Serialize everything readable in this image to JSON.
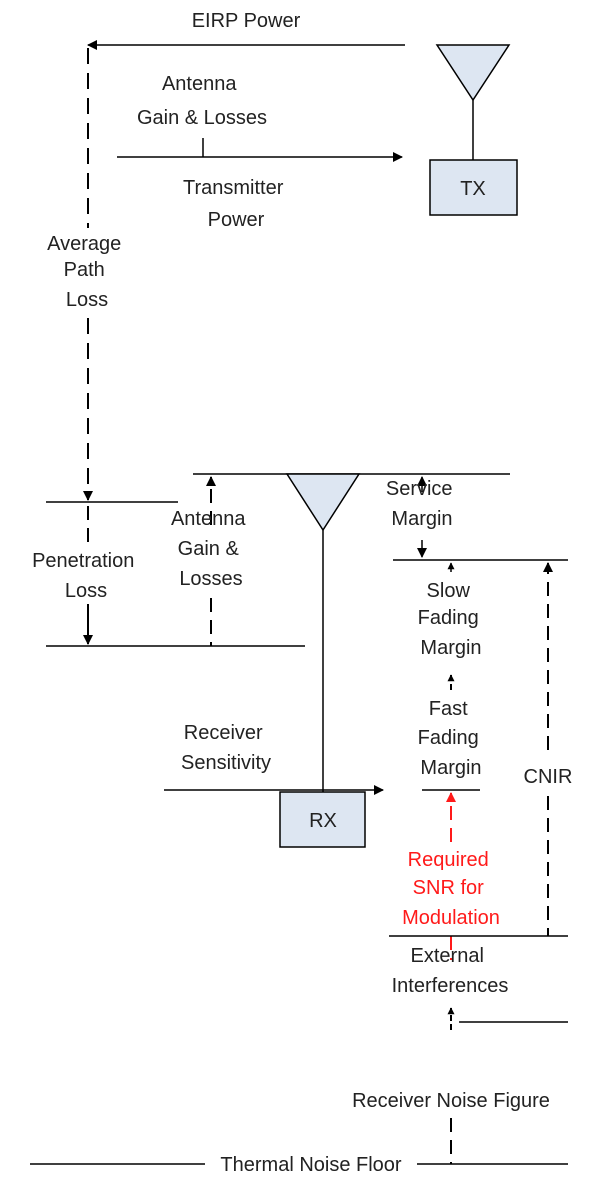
{
  "colors": {
    "line": "#000000",
    "text": "#222222",
    "block_fill": "#dde6f2",
    "highlight": "#ff1a1a"
  },
  "labels": {
    "eirp_power": "EIRP Power",
    "antenna_gain_tx": [
      "Antenna",
      "Gain & Losses"
    ],
    "transmitter_power": [
      "Transmitter",
      "Power"
    ],
    "tx": "TX",
    "average_path_loss": [
      "Average",
      "Path",
      "Loss"
    ],
    "penetration_loss": [
      "Penetration",
      "Loss"
    ],
    "antenna_gain_rx": [
      "Antenna",
      "Gain &",
      "Losses"
    ],
    "service_margin": [
      "Service",
      "Margin"
    ],
    "slow_fading_margin": [
      "Slow",
      "Fading",
      "Margin"
    ],
    "fast_fading_margin": [
      "Fast",
      "Fading",
      "Margin"
    ],
    "receiver_sensitivity": [
      "Receiver",
      "Sensitivity"
    ],
    "rx": "RX",
    "cnir": "CNIR",
    "required_snr": [
      "Required",
      "SNR for",
      "Modulation"
    ],
    "external_interferences": [
      "External",
      "Interferences"
    ],
    "receiver_noise_figure": "Receiver Noise Figure",
    "thermal_noise_floor": "Thermal Noise Floor"
  }
}
